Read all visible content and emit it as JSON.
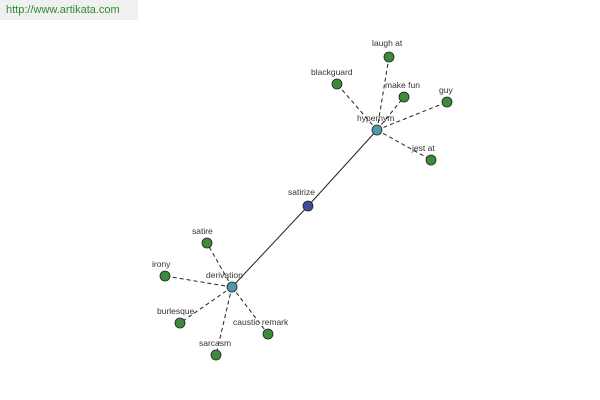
{
  "banner": {
    "url_text": "http://www.artikata.com"
  },
  "colors": {
    "center": "#3b4f9b",
    "hub": "#4e9aa6",
    "leaf": "#3d8a3d",
    "edge": "#222222",
    "banner_text": "#2e8b2e"
  },
  "graph": {
    "center": {
      "id": "satirize",
      "label": "satirize"
    },
    "hubs": [
      {
        "id": "hypernym",
        "label": "hypernym"
      },
      {
        "id": "derivation",
        "label": "derivation"
      }
    ],
    "leaves": [
      {
        "id": "laugh-at",
        "label": "laugh at",
        "hub": "hypernym"
      },
      {
        "id": "blackguard",
        "label": "blackguard",
        "hub": "hypernym"
      },
      {
        "id": "make-fun",
        "label": "make fun",
        "hub": "hypernym"
      },
      {
        "id": "guy",
        "label": "guy",
        "hub": "hypernym"
      },
      {
        "id": "jest-at",
        "label": "jest at",
        "hub": "hypernym"
      },
      {
        "id": "satire",
        "label": "satire",
        "hub": "derivation"
      },
      {
        "id": "irony",
        "label": "irony",
        "hub": "derivation"
      },
      {
        "id": "burlesque",
        "label": "burlesque",
        "hub": "derivation"
      },
      {
        "id": "sarcasm",
        "label": "sarcasm",
        "hub": "derivation"
      },
      {
        "id": "caustic-remark",
        "label": "caustic remark",
        "hub": "derivation"
      }
    ]
  }
}
